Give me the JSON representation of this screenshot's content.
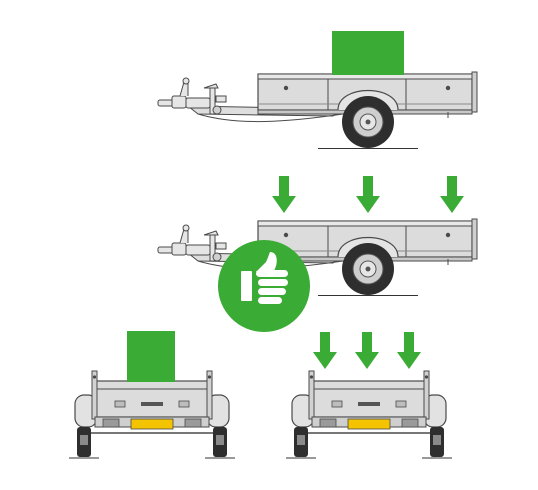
{
  "colors": {
    "accent_green": "#3aab35",
    "arrow_green": "#3aab35",
    "trailer_body": "#dcdcdc",
    "trailer_outline": "#4a4a4a",
    "tire": "#2e2e2e",
    "rim": "#cfcfcf",
    "plate": "#f5c400"
  },
  "icons": {
    "approval": "thumbs-up-icon",
    "arrow": "arrow-down-icon"
  },
  "panels": [
    {
      "id": "side-view-top-heavy",
      "load": "concentrated"
    },
    {
      "id": "side-view-distributed",
      "load": "distributed",
      "verdict": "approved"
    },
    {
      "id": "rear-view-top-heavy",
      "load": "concentrated"
    },
    {
      "id": "rear-view-distributed",
      "load": "distributed"
    }
  ]
}
